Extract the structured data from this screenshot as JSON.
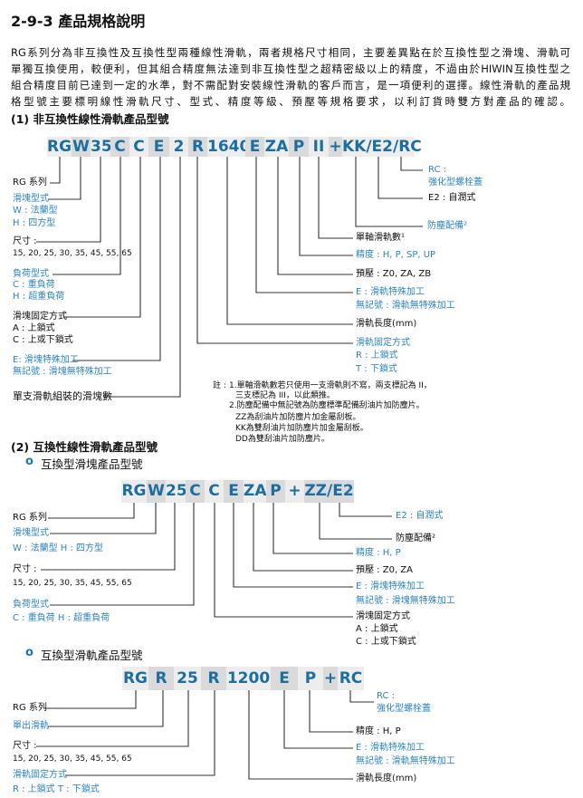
{
  "title": "2-9-3 產品規格說明",
  "intro_lines": [
    "RG系列分為非互換性及互換性型兩種線性滑軌，兩者規格尺寸相同，主要差異點在於互換性型之滑塊、滑軌可",
    "單獨互換使用，較便利，但其組合精度無法達到非互換性型之超精密級以上的精度，不過由於HIWIN互換性型之",
    "組合精度目前已達到一定的水準，對不需配對安裝線性滑軌的客戶而言，是一項便利的選擇。線性滑軌的產品規",
    "格型號主要標明線性滑軌尺寸、型式、精度等級、預壓等規格要求，以利訂貨時雙方對產品的確認。"
  ],
  "section1": {
    "heading": "(1) 非互換性線性滑軌產品型號",
    "code": [
      "RG",
      "W",
      "35",
      "C",
      "C",
      "E",
      "2",
      "R",
      "1640",
      "E",
      "ZA",
      "P",
      "II",
      "+",
      "KK/E2/RC"
    ],
    "left": {
      "series": "RG 系列",
      "block_type": "滑塊型式",
      "block_w": "W : 法蘭型",
      "block_h": "H : 四方型",
      "size": "尺寸 :",
      "sizes": "15, 20, 25, 30, 35, 45, 55, 65",
      "load": "負荷型式",
      "load_c": "C : 重負荷",
      "load_h": "H : 超重負荷",
      "mount": "滑塊固定方式",
      "mount_a": "A : 上鎖式",
      "mount_c": "C : 上或下鎖式",
      "special": "E: 滑塊特殊加工",
      "special_none": "無記號 : 滑塊無特殊加工",
      "blocks_per_rail": "單支滑軌組裝的滑塊數"
    },
    "right": {
      "rc": "RC :",
      "rc_desc": "強化型螺栓蓋",
      "e2": "E2 : 自潤式",
      "dust": "防塵配備²",
      "rails": "單軸滑軌數¹",
      "accuracy": "精度 : H, P, SP, UP",
      "preload": "預壓 : Z0, ZA, ZB",
      "rail_special": "E : 滑軌特殊加工",
      "rail_special_none": "無記號 : 滑軌無特殊加工",
      "rail_length": "滑軌長度(mm)",
      "rail_mount": "滑軌固定方式",
      "rail_mount_r": "R : 上鎖式",
      "rail_mount_t": "T : 下鎖式"
    },
    "notes": {
      "label": "註 :",
      "n1a": "1.單軸滑軌數若只使用一支滑軌則不寫，兩支標記為 II，",
      "n1b": "三支標記為 III，以此類推。",
      "n2a": "2.防塵配備中無記號為防塵標準配備刮油片加防塵片。",
      "n2b": "ZZ為刮油片加防塵片加金屬刮板。",
      "n2c": "KK為雙刮油片加防塵片加金屬刮板。",
      "n2d": "DD為雙刮油片加防塵片。"
    }
  },
  "section2": {
    "heading": "(2) 互換性線性滑軌產品型號",
    "bullet": "o",
    "block": {
      "heading": "互換型滑塊產品型號",
      "code": [
        "RG",
        "W",
        "25",
        "C",
        "C",
        "E",
        "ZA",
        "P",
        "+",
        "ZZ/E2"
      ],
      "left": {
        "series": "RG 系列",
        "block_type": "滑塊型式",
        "block_wh": "W : 法蘭型     H : 四方型",
        "size": "尺寸 :",
        "sizes": "15, 20, 25, 30, 35, 45, 55, 65",
        "load": "負荷型式",
        "load_ch": "C : 重負荷   H : 超重負荷"
      },
      "right": {
        "e2": "E2 : 自潤式",
        "dust": "防塵配備²",
        "accuracy": "精度 :  H, P",
        "preload": "預壓 : Z0, ZA",
        "special": "E : 滑塊特殊加工",
        "special_none": "無記號 : 滑塊無特殊加工",
        "mount": "滑塊固定方式",
        "mount_a": "A : 上鎖式",
        "mount_c": "C : 上或下鎖式"
      }
    },
    "rail": {
      "heading": "互換型滑軌產品型號",
      "code": [
        "RG",
        "R",
        "25",
        "R",
        "1200",
        "E",
        "P",
        "+",
        "RC"
      ],
      "left": {
        "series": "RG 系列",
        "single_rail": "單出滑軌",
        "size": "尺寸 :",
        "sizes": "15, 20, 25, 30, 35, 45, 55, 65",
        "mount": "滑軌固定方式",
        "mount_rt": "R : 上鎖式      T : 下鎖式"
      },
      "right": {
        "rc": "RC :",
        "rc_desc": "強化型螺栓蓋",
        "accuracy": "精度 : H, P",
        "special": "E : 滑軌特殊加工",
        "special_none": "無記號 : 滑軌無特殊加工",
        "length": "滑軌長度(mm)"
      }
    }
  }
}
